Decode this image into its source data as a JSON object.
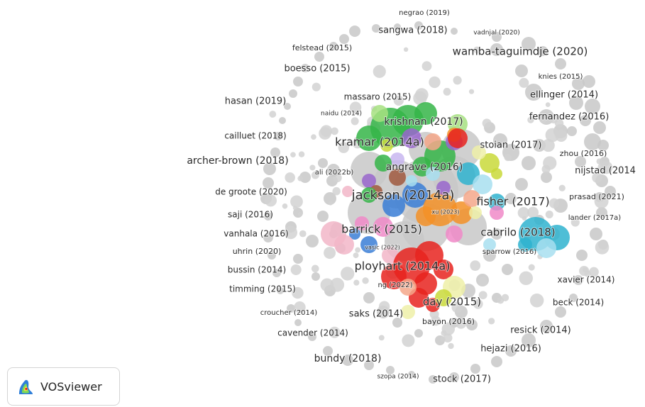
{
  "app_name": "VOSviewer",
  "colors": {
    "background": "#ffffff",
    "label": "#2b2b2b",
    "clusters": {
      "red": "#e8231f",
      "green": "#35b548",
      "blue": "#3a7ed6",
      "yellow_olive": "#c9d93a",
      "purple": "#9966cc",
      "cyan": "#2fb3cf",
      "orange": "#f39127",
      "brown": "#a0593e",
      "pink": "#f08ac8",
      "light_green": "#a6e080",
      "light_pink": "#f2b6c8",
      "light_yellow": "#eef0a8",
      "light_cyan": "#a8dff0",
      "salmon": "#f5a78a",
      "lavender": "#c8b6f0",
      "gray": "#c8c8c8"
    }
  },
  "labels": [
    "negrao (2019)",
    "sangwa (2018)",
    "vadnjal (2020)",
    "felstead (2015)",
    "wamba-taguimdje (2020)",
    "boesso (2015)",
    "knies (2015)",
    "massaro (2015)",
    "ellinger (2014)",
    "hasan (2019)",
    "naidu (2014)",
    "krishnan (2017)",
    "fernandez (2016)",
    "cailluet (2018)",
    "kramar (2014a)",
    "stoian (2017)",
    "zhou (2016)",
    "archer-brown (2018)",
    "angrave (2016)",
    "ali (2022b)",
    "nijstad (2014",
    "de groote (2020)",
    "jackson (2014a)",
    "fisher (2017)",
    "prasad (2021)",
    "xu (2023)",
    "saji (2016)",
    "lander (2017a)",
    "vanhala (2016)",
    "barrick (2015)",
    "cabrilo (2018)",
    "uhrin (2020)",
    "vasic (2022)",
    "sparrow (2016)",
    "bussin (2014)",
    "ployhart (2014a)",
    "xavier (2014)",
    "timming (2015)",
    "ng (2022)",
    "beck (2014)",
    "day (2015)",
    "croucher (2014)",
    "saks (2014)",
    "bayon (2016)",
    "cavender (2014)",
    "resick (2014)",
    "hejazi (2016)",
    "bundy (2018)",
    "szopa (2014)",
    "stock (2017)"
  ]
}
